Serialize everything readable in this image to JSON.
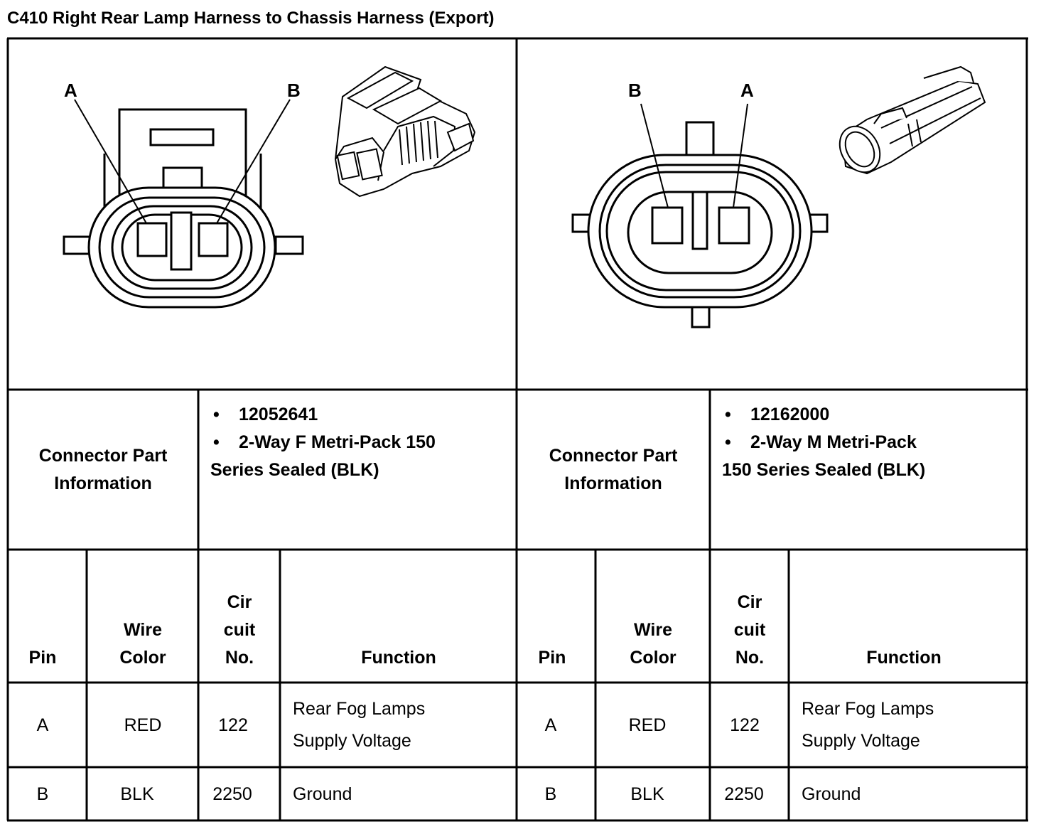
{
  "title": "C410 Right Rear Lamp Harness to Chassis Harness (Export)",
  "left": {
    "pin_labels": [
      "A",
      "B"
    ],
    "info_label_line1": "Connector Part",
    "info_label_line2": "Information",
    "bullet_char": "•",
    "part_number": "12052641",
    "desc_line1": "2-Way F Metri-Pack 150",
    "desc_line2": "Series Sealed (BLK)",
    "headers": {
      "pin": "Pin",
      "wire1": "Wire",
      "wire2": "Color",
      "cir1": "Cir",
      "cir2": "cuit",
      "cir3": "No.",
      "function": "Function"
    },
    "rows": [
      {
        "pin": "A",
        "wire": "RED",
        "circuit": "122",
        "func1": "Rear Fog Lamps",
        "func2": "Supply Voltage"
      },
      {
        "pin": "B",
        "wire": "BLK",
        "circuit": "2250",
        "func1": "Ground",
        "func2": ""
      }
    ]
  },
  "right": {
    "pin_labels": [
      "B",
      "A"
    ],
    "info_label_line1": "Connector Part",
    "info_label_line2": "Information",
    "bullet_char": "•",
    "part_number": "12162000",
    "desc_line1": "2-Way M Metri-Pack",
    "desc_line2": "150 Series Sealed (BLK)",
    "headers": {
      "pin": "Pin",
      "wire1": "Wire",
      "wire2": "Color",
      "cir1": "Cir",
      "cir2": "cuit",
      "cir3": "No.",
      "function": "Function"
    },
    "rows": [
      {
        "pin": "A",
        "wire": "RED",
        "circuit": "122",
        "func1": "Rear Fog Lamps",
        "func2": "Supply Voltage"
      },
      {
        "pin": "B",
        "wire": "BLK",
        "circuit": "2250",
        "func1": "Ground",
        "func2": ""
      }
    ]
  }
}
